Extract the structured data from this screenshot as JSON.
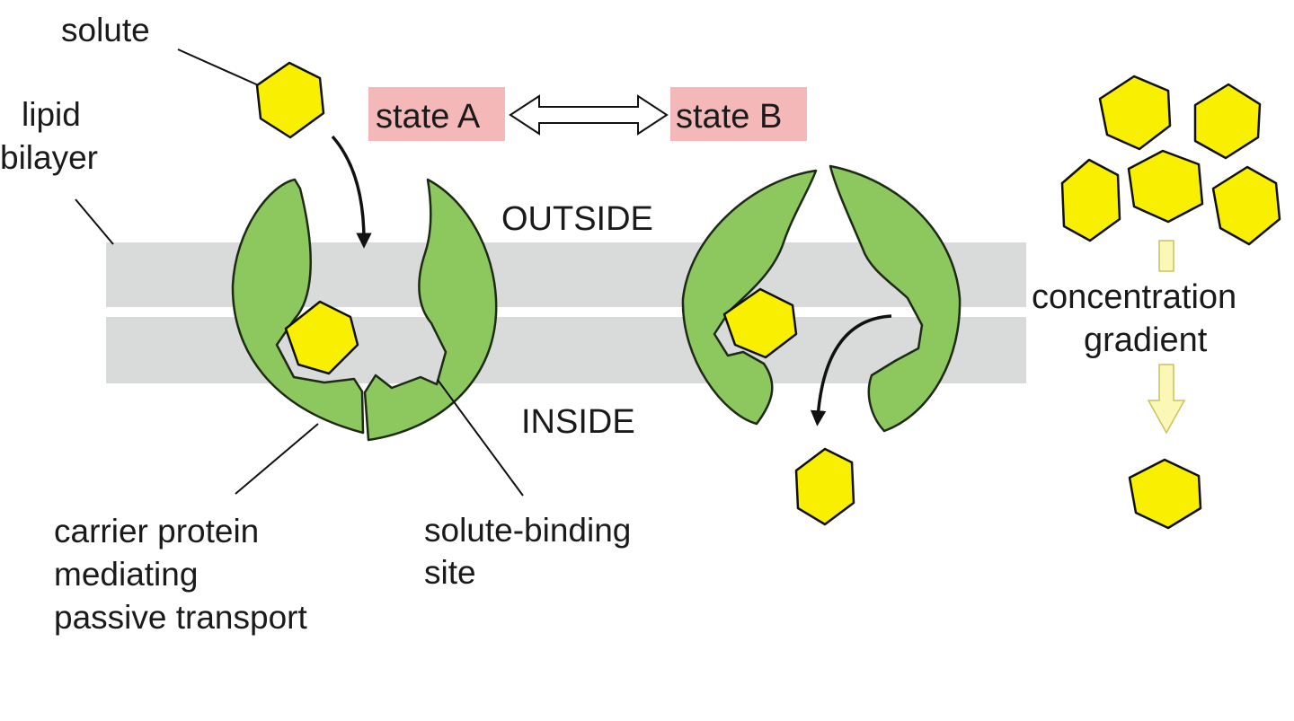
{
  "labels": {
    "solute": "solute",
    "lipid_bilayer_line1": "lipid",
    "lipid_bilayer_line2": "bilayer",
    "state_a": "state A",
    "state_b": "state B",
    "outside": "OUTSIDE",
    "inside": "INSIDE",
    "carrier_line1": "carrier protein",
    "carrier_line2": "mediating",
    "carrier_line3": "passive transport",
    "binding_site_line1": "solute-binding",
    "binding_site_line2": "site",
    "gradient_line1": "concentration",
    "gradient_line2": "gradient"
  },
  "colors": {
    "solute_fill": "#f8f000",
    "protein_fill": "#8dc85f",
    "membrane_fill": "#d9dbdb",
    "state_label_bg": "#f5b8b8",
    "gradient_arrow_fill": "#fbf7b6"
  }
}
